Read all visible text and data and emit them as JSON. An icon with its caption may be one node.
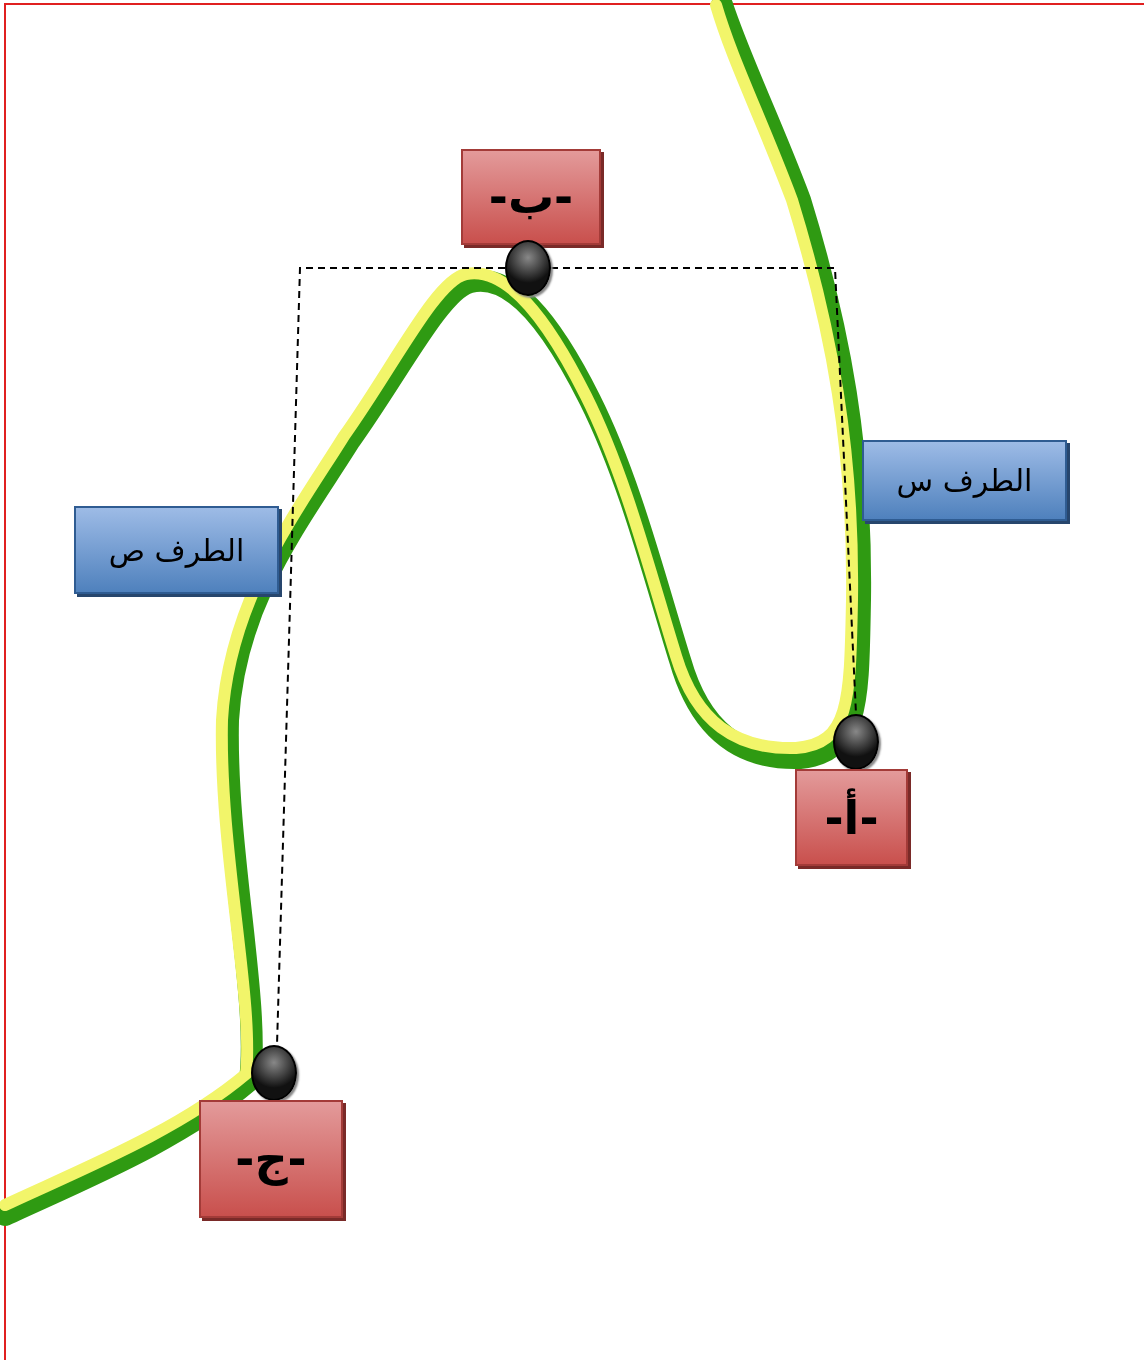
{
  "diagram": {
    "nodes": [
      {
        "text": [
          "-ب-"
        ]
      },
      {
        "text": [],
        "shape": "circle"
      },
      {
        "text": [
          "الطرف ص"
        ]
      },
      {
        "text": [
          "الطرف س"
        ]
      },
      {
        "text": [],
        "shape": "circle"
      },
      {
        "text": [
          "-أ-"
        ]
      },
      {
        "text": [],
        "shape": "circle"
      },
      {
        "text": [
          "-ج-"
        ]
      }
    ],
    "edges": [
      {
        "from": 1,
        "to": 4,
        "arrow": "none",
        "style": "dashed"
      },
      {
        "from": 1,
        "to": 6,
        "arrow": "none",
        "style": "dashed"
      }
    ]
  }
}
